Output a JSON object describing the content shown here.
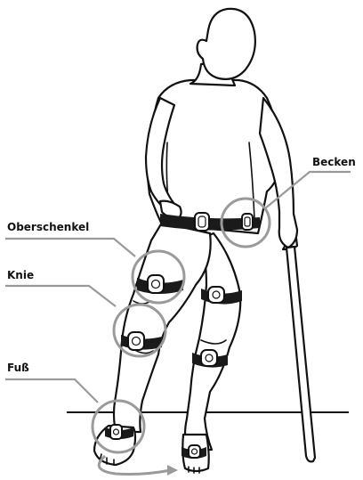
{
  "labels": {
    "pelvis": "Becken",
    "thigh": "Oberschenkel",
    "knee": "Knie",
    "foot": "Fuß"
  },
  "colors": {
    "outline": "#111111",
    "callout": "#9a9a9a",
    "background": "#ffffff"
  }
}
